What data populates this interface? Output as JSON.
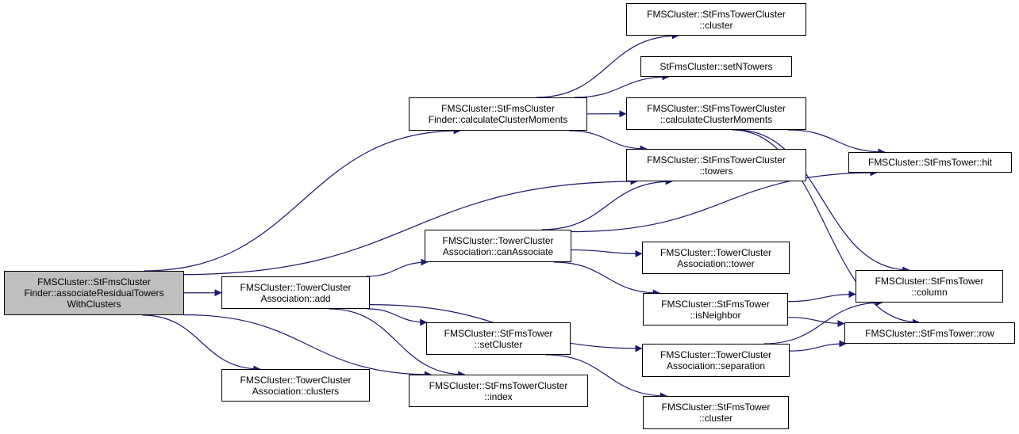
{
  "colors": {
    "edge": "#191970",
    "root_fill": "#bfbfbf",
    "node_fill": "#ffffff",
    "border": "#000000"
  },
  "nodes": {
    "root": [
      "FMSCluster::StFmsCluster",
      "Finder::associateResidualTowers",
      "WithClusters"
    ],
    "finder_calc": [
      "FMSCluster::StFmsCluster",
      "Finder::calculateClusterMoments"
    ],
    "tc_cluster": [
      "FMSCluster::StFmsTowerCluster",
      "::cluster"
    ],
    "setn": [
      "StFmsCluster::setNTowers"
    ],
    "tc_calc": [
      "FMSCluster::StFmsTowerCluster",
      "::calculateClusterMoments"
    ],
    "tc_towers": [
      "FMSCluster::StFmsTowerCluster",
      "::towers"
    ],
    "hit": [
      "FMSCluster::StFmsTower::hit"
    ],
    "tca_can": [
      "FMSCluster::TowerCluster",
      "Association::canAssociate"
    ],
    "tca_tower": [
      "FMSCluster::TowerCluster",
      "Association::tower"
    ],
    "tca_add": [
      "FMSCluster::TowerCluster",
      "Association::add"
    ],
    "column": [
      "FMSCluster::StFmsTower",
      "::column"
    ],
    "neighbor": [
      "FMSCluster::StFmsTower",
      "::isNeighbor"
    ],
    "row": [
      "FMSCluster::StFmsTower::row"
    ],
    "setcluster": [
      "FMSCluster::StFmsTower",
      "::setCluster"
    ],
    "separation": [
      "FMSCluster::TowerCluster",
      "Association::separation"
    ],
    "tca_clusters": [
      "FMSCluster::TowerCluster",
      "Association::clusters"
    ],
    "tc_index": [
      "FMSCluster::StFmsTowerCluster",
      "::index"
    ],
    "tower_cluster": [
      "FMSCluster::StFmsTower",
      "::cluster"
    ]
  },
  "edges": [
    [
      "root",
      "finder_calc"
    ],
    [
      "root",
      "tc_towers"
    ],
    [
      "root",
      "tca_add"
    ],
    [
      "root",
      "tca_clusters"
    ],
    [
      "root",
      "tc_index"
    ],
    [
      "finder_calc",
      "tc_cluster"
    ],
    [
      "finder_calc",
      "setn"
    ],
    [
      "finder_calc",
      "tc_calc"
    ],
    [
      "finder_calc",
      "tc_towers"
    ],
    [
      "tc_calc",
      "hit"
    ],
    [
      "tc_calc",
      "column"
    ],
    [
      "tc_calc",
      "row"
    ],
    [
      "tca_can",
      "tc_towers"
    ],
    [
      "tca_can",
      "hit"
    ],
    [
      "tca_can",
      "tca_tower"
    ],
    [
      "tca_can",
      "neighbor"
    ],
    [
      "tca_add",
      "tca_can"
    ],
    [
      "tca_add",
      "setcluster"
    ],
    [
      "tca_add",
      "separation"
    ],
    [
      "tca_add",
      "tc_index"
    ],
    [
      "neighbor",
      "column"
    ],
    [
      "neighbor",
      "row"
    ],
    [
      "separation",
      "column"
    ],
    [
      "separation",
      "row"
    ],
    [
      "setcluster",
      "tower_cluster"
    ]
  ]
}
